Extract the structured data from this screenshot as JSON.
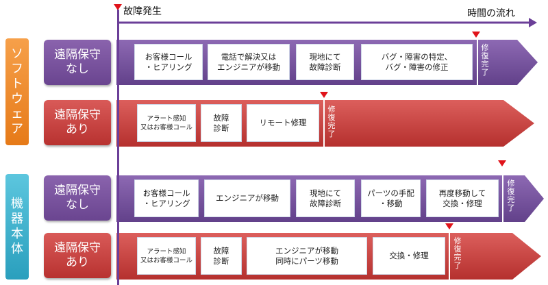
{
  "header": {
    "failure_label": "故障発生",
    "time_flow_label": "時間の流れ"
  },
  "groups": {
    "software": "ソフトウェア",
    "hardware": "機器本体"
  },
  "rows": [
    {
      "label": "遠隔保守\nなし",
      "steps": [
        "お客様コール\n・ヒアリング",
        "電話で解決又は\nエンジニアが移動",
        "現地にて\n故障診断",
        "バグ・障害の特定、\nバグ・障害の修正"
      ],
      "done": "修復完了"
    },
    {
      "label": "遠隔保守\nあり",
      "steps": [
        "アラート感知\n又はお客様コール",
        "故障\n診断",
        "リモート修理"
      ],
      "done": "修復完了"
    },
    {
      "label": "遠隔保守\nなし",
      "steps": [
        "お客様コール\n・ヒアリング",
        "エンジニアが移動",
        "現地にて\n故障診断",
        "パーツの手配\n・移動",
        "再度移動して\n交換・修理"
      ],
      "done": "修復完了"
    },
    {
      "label": "遠隔保守\nあり",
      "steps": [
        "アラート感知\n又はお客様コール",
        "故障\n診断",
        "エンジニアが移動\n同時にパーツ移動",
        "交換・修理"
      ],
      "done": "修復完了"
    }
  ],
  "colors": {
    "purple": "#7b55a0",
    "red": "#c7403e",
    "orange": "#f08a2a",
    "teal": "#3bb2cf",
    "marker": "#e0131a",
    "timeline": "#6b3f98"
  }
}
